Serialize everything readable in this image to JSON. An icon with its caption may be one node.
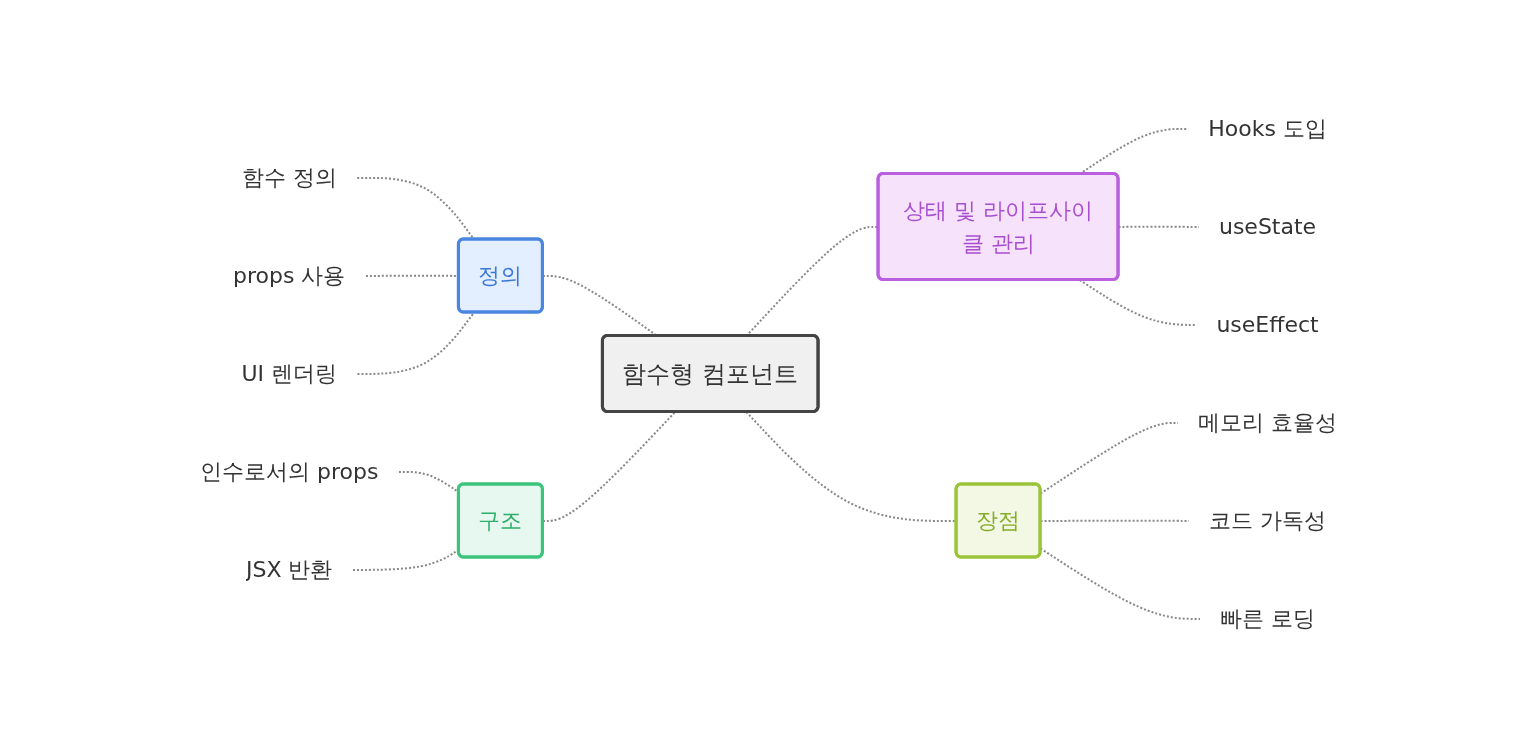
{
  "diagram": {
    "nodes": [
      {
        "text": [
          "함수형 컴포넌트"
        ]
      },
      {
        "text": [
          "정의"
        ]
      },
      {
        "text": [
          "함수 정의"
        ]
      },
      {
        "text": [
          "props 사용"
        ]
      },
      {
        "text": [
          "UI 렌더링"
        ]
      },
      {
        "text": [
          "구조"
        ]
      },
      {
        "text": [
          "인수로서의 props"
        ]
      },
      {
        "text": [
          "JSX 반환"
        ]
      },
      {
        "text": [
          "상태 및 라이프사이클 관리"
        ]
      },
      {
        "text": [
          "Hooks 도입"
        ]
      },
      {
        "text": [
          "useState"
        ]
      },
      {
        "text": [
          "useEffect"
        ]
      },
      {
        "text": [
          "장점"
        ]
      },
      {
        "text": [
          "메모리 효율성"
        ]
      },
      {
        "text": [
          "코드 가독성"
        ]
      },
      {
        "text": [
          "빠른 로딩"
        ]
      }
    ],
    "edges": [
      {
        "from": 1,
        "to": 0,
        "arrow": "none",
        "style": "dashed"
      },
      {
        "from": 2,
        "to": 1,
        "arrow": "none",
        "style": "dashed"
      },
      {
        "from": 3,
        "to": 1,
        "arrow": "none",
        "style": "dashed"
      },
      {
        "from": 4,
        "to": 1,
        "arrow": "none",
        "style": "dashed"
      },
      {
        "from": 5,
        "to": 0,
        "arrow": "none",
        "style": "dashed"
      },
      {
        "from": 6,
        "to": 5,
        "arrow": "none",
        "style": "dashed"
      },
      {
        "from": 7,
        "to": 5,
        "arrow": "none",
        "style": "dashed"
      },
      {
        "from": 0,
        "to": 8,
        "arrow": "none",
        "style": "dashed"
      },
      {
        "from": 8,
        "to": 9,
        "arrow": "none",
        "style": "dashed"
      },
      {
        "from": 8,
        "to": 10,
        "arrow": "none",
        "style": "dashed"
      },
      {
        "from": 8,
        "to": 11,
        "arrow": "none",
        "style": "dashed"
      },
      {
        "from": 0,
        "to": 12,
        "arrow": "none",
        "style": "dashed"
      },
      {
        "from": 12,
        "to": 13,
        "arrow": "none",
        "style": "dashed"
      },
      {
        "from": 12,
        "to": 14,
        "arrow": "none",
        "style": "dashed"
      },
      {
        "from": 12,
        "to": 15,
        "arrow": "none",
        "style": "dashed"
      }
    ]
  }
}
